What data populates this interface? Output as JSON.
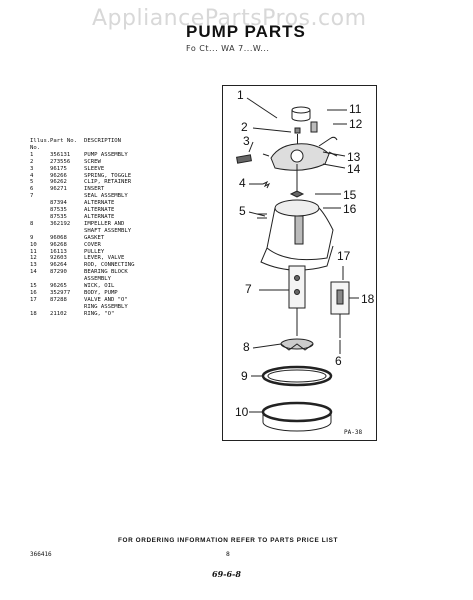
{
  "watermark": "AppliancePartsPros.com",
  "title": "PUMP PARTS",
  "subtitle": "Fo Ct... WA 7...W...",
  "table": {
    "headers": [
      "Illus. No.",
      "Part No.",
      "DESCRIPTION"
    ],
    "rows": [
      [
        "1",
        "356131",
        "PUMP ASSEMBLY"
      ],
      [
        "2",
        "273556",
        "SCREW"
      ],
      [
        "3",
        "96175",
        "SLEEVE"
      ],
      [
        "4",
        "96266",
        "SPRING, TOGGLE"
      ],
      [
        "5",
        "96262",
        "CLIP, RETAINER"
      ],
      [
        "6",
        "96271",
        "INSERT"
      ],
      [
        "7",
        "",
        "SEAL ASSEMBLY"
      ],
      [
        "",
        "87394",
        "ALTERNATE"
      ],
      [
        "",
        "87535",
        "ALTERNATE"
      ],
      [
        "",
        "87535",
        "ALTERNATE"
      ],
      [
        "8",
        "362192",
        "IMPELLER AND"
      ],
      [
        "",
        "",
        "SHAFT ASSEMBLY"
      ],
      [
        "9",
        "96068",
        "GASKET"
      ],
      [
        "10",
        "96268",
        "COVER"
      ],
      [
        "11",
        "16113",
        "PULLEY"
      ],
      [
        "12",
        "92603",
        "LEVER, VALVE"
      ],
      [
        "13",
        "96264",
        "ROD, CONNECTING"
      ],
      [
        "14",
        "87290",
        "BEARING BLOCK"
      ],
      [
        "",
        "",
        "ASSEMBLY"
      ],
      [
        "15",
        "96265",
        "WICK, OIL"
      ],
      [
        "16",
        "352977",
        "BODY, PUMP"
      ],
      [
        "17",
        "87288",
        "VALVE AND \"O\""
      ],
      [
        "",
        "",
        "RING ASSEMBLY"
      ],
      [
        "18",
        "21102",
        "RING, \"O\""
      ]
    ]
  },
  "callouts": [
    "1",
    "2",
    "3",
    "4",
    "5",
    "6",
    "7",
    "8",
    "9",
    "10",
    "11",
    "12",
    "13",
    "14",
    "15",
    "16",
    "17",
    "18"
  ],
  "diagram_code": "PA-38",
  "footer_text": "FOR ORDERING INFORMATION REFER TO PARTS PRICE LIST",
  "page_part_number": "366416",
  "page_number": "8",
  "revision": "69-6-8"
}
